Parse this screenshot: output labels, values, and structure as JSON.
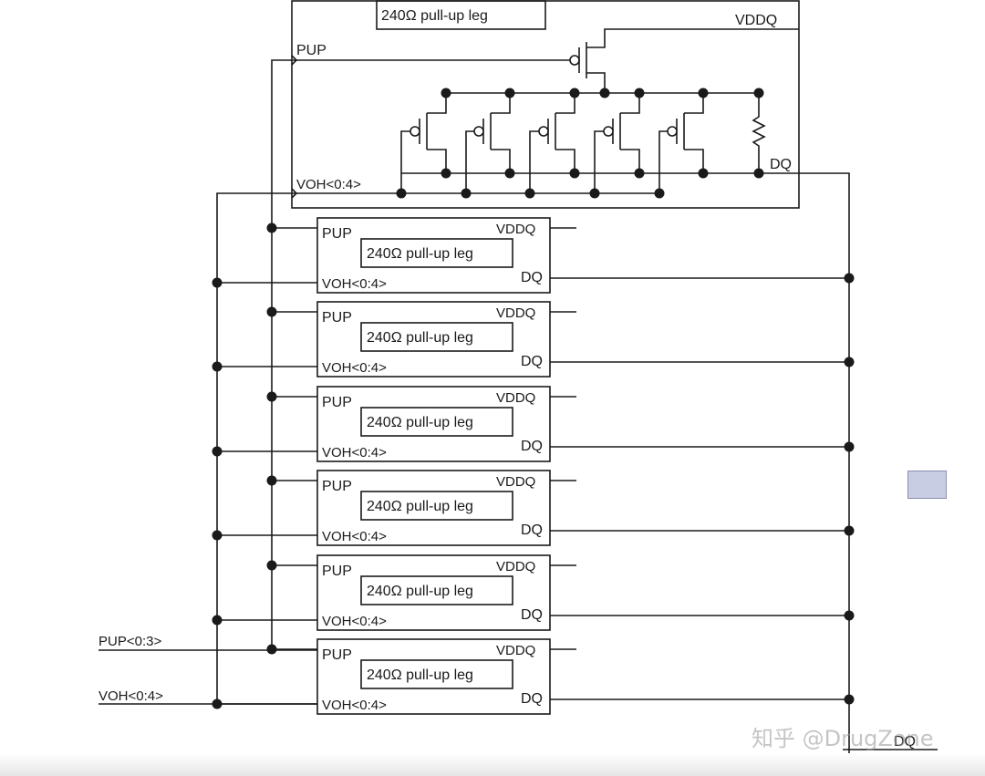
{
  "diagram": {
    "top_leg": {
      "title": "240Ω pull-up leg",
      "vddq": "VDDQ",
      "pup": "PUP",
      "voh": "VOH<0:4>",
      "dq": "DQ"
    },
    "legs": [
      {
        "pup": "PUP",
        "vddq": "VDDQ",
        "label": "240Ω  pull-up leg",
        "voh": "VOH<0:4>",
        "dq": "DQ"
      },
      {
        "pup": "PUP",
        "vddq": "VDDQ",
        "label": "240Ω pull-up leg",
        "voh": "VOH<0:4>",
        "dq": "DQ"
      },
      {
        "pup": "PUP",
        "vddq": "VDDQ",
        "label": "240Ω pull-up leg",
        "voh": "VOH<0:4>",
        "dq": "DQ"
      },
      {
        "pup": "PUP",
        "vddq": "VDDQ",
        "label": "240Ω pull-up leg",
        "voh": "VOH<0:4>",
        "dq": "DQ"
      },
      {
        "pup": "PUP",
        "vddq": "VDDQ",
        "label": "240Ω pull-up leg",
        "voh": "VOH<0:4>",
        "dq": "DQ"
      },
      {
        "pup": "PUP",
        "vddq": "VDDQ",
        "label": "240Ω pull-up leg",
        "voh": "VOH<0:4>",
        "dq": "DQ"
      }
    ],
    "inputs": {
      "pup_bus": "PUP<0:3>",
      "voh_bus": "VOH<0:4>"
    },
    "output": "DQ"
  },
  "overlay": {
    "watermark": "知乎 @DrugZone"
  },
  "colors": {
    "ink": "#1a1a1a",
    "tab_fill": "#c9cde3"
  }
}
